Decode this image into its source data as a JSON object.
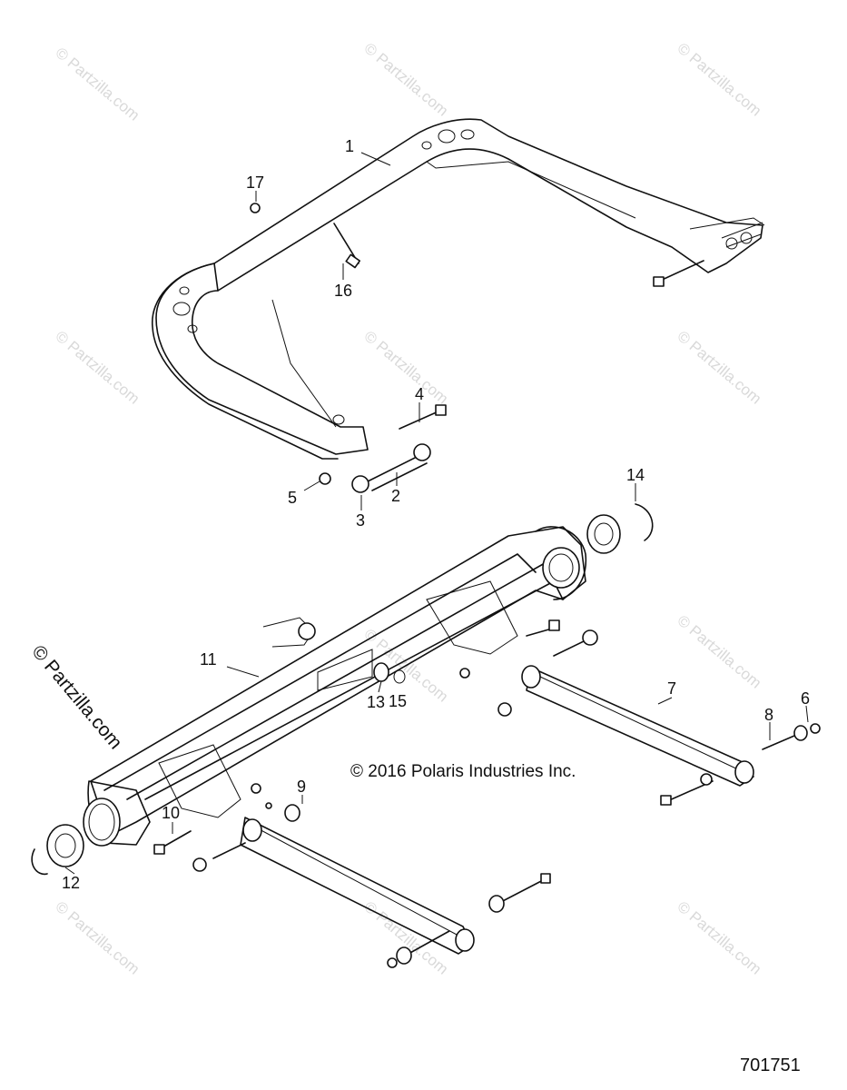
{
  "copyright": "© 2016 Polaris Industries Inc.",
  "side_watermark": "© Partzilla.com",
  "figure_id": "701751",
  "watermark_text": "© Partzilla.com",
  "callouts": [
    "1",
    "2",
    "3",
    "4",
    "5",
    "6",
    "7",
    "8",
    "9",
    "10",
    "11",
    "12",
    "13",
    "14",
    "15",
    "16",
    "17"
  ]
}
